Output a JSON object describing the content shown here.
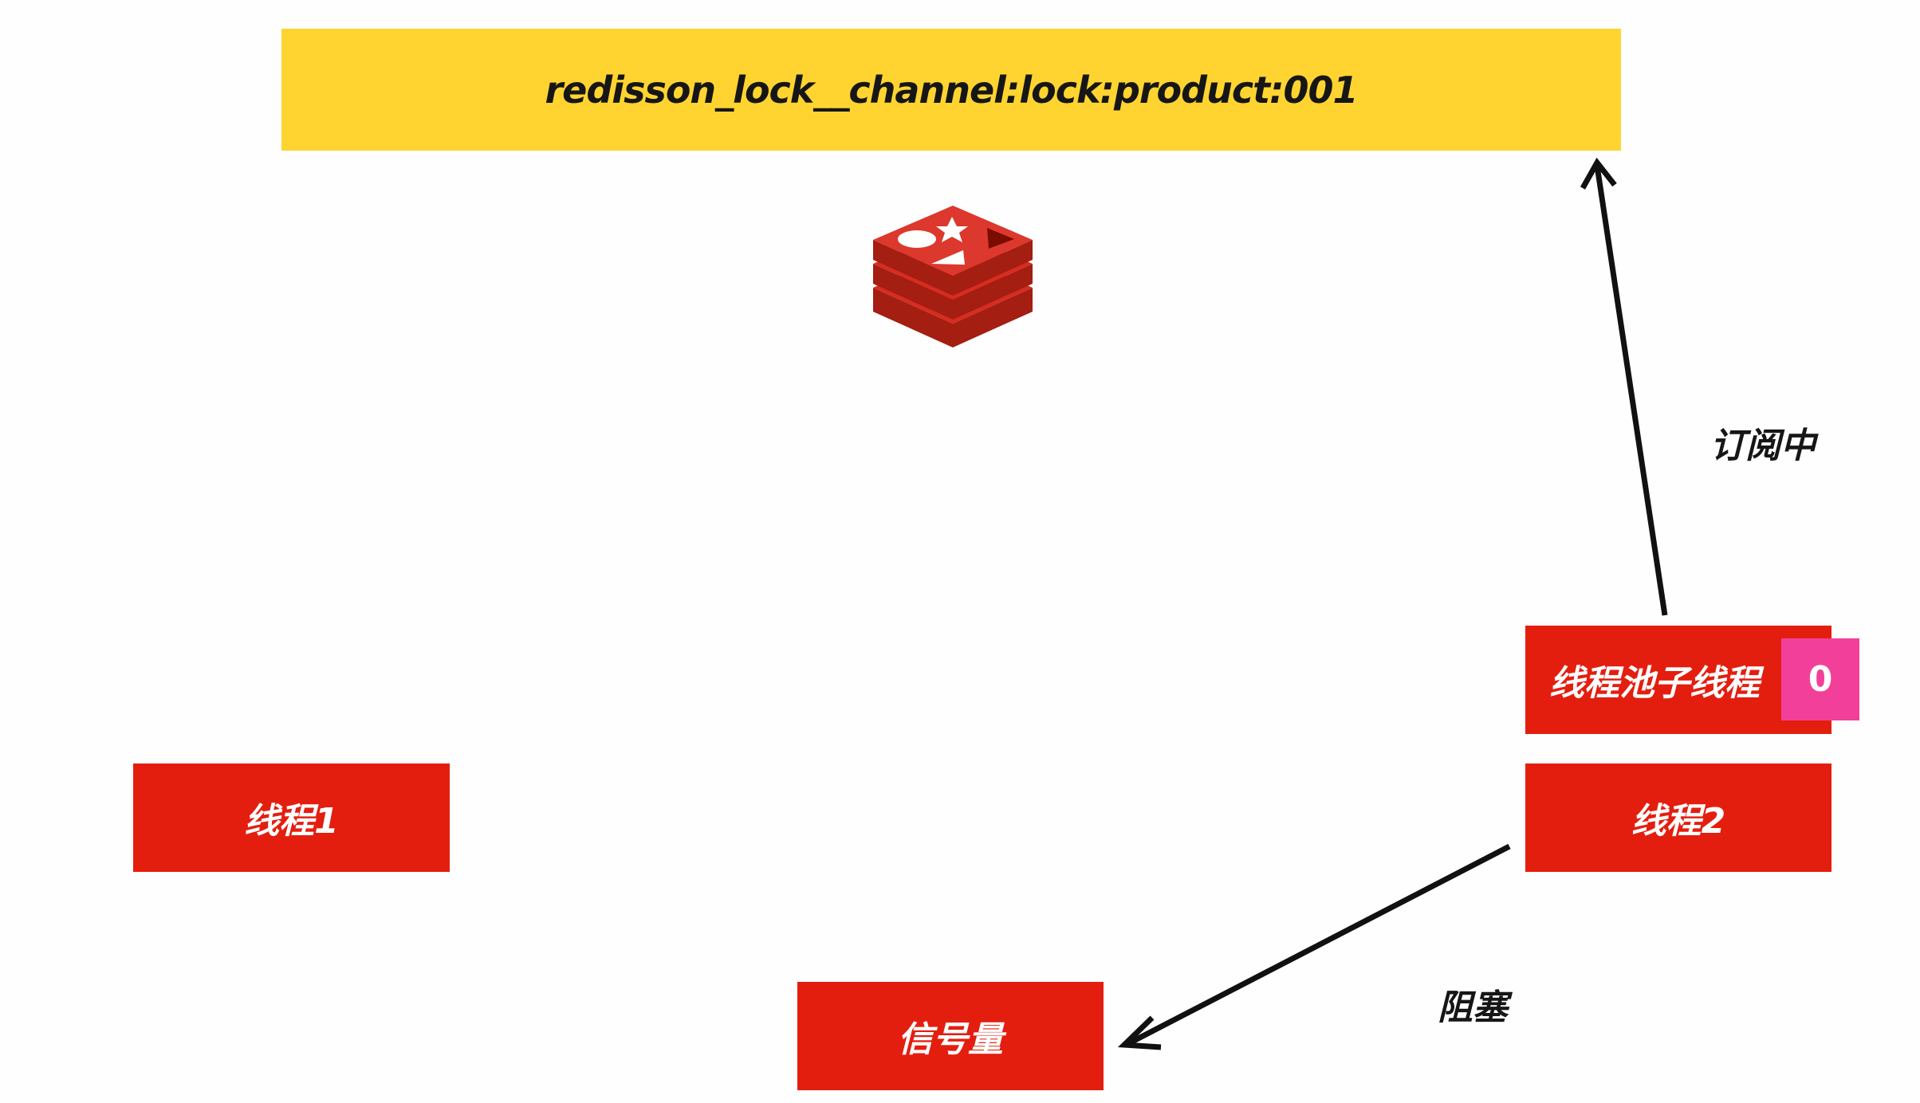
{
  "diagram": {
    "channel": "redisson_lock__channel:lock:product:001",
    "logo": "redis-logo-icon",
    "nodes": {
      "thread1": "线程1",
      "thread2": "线程2",
      "pool_thread": "线程池子线程",
      "semaphore": "信号量"
    },
    "badge": "0",
    "edges": {
      "subscribing": "订阅中",
      "blocking": "阻塞"
    },
    "colors": {
      "channel_bg": "#ffd430",
      "node_bg": "#e41e0f",
      "badge_bg": "#f2409a",
      "arrow": "#111111"
    }
  }
}
